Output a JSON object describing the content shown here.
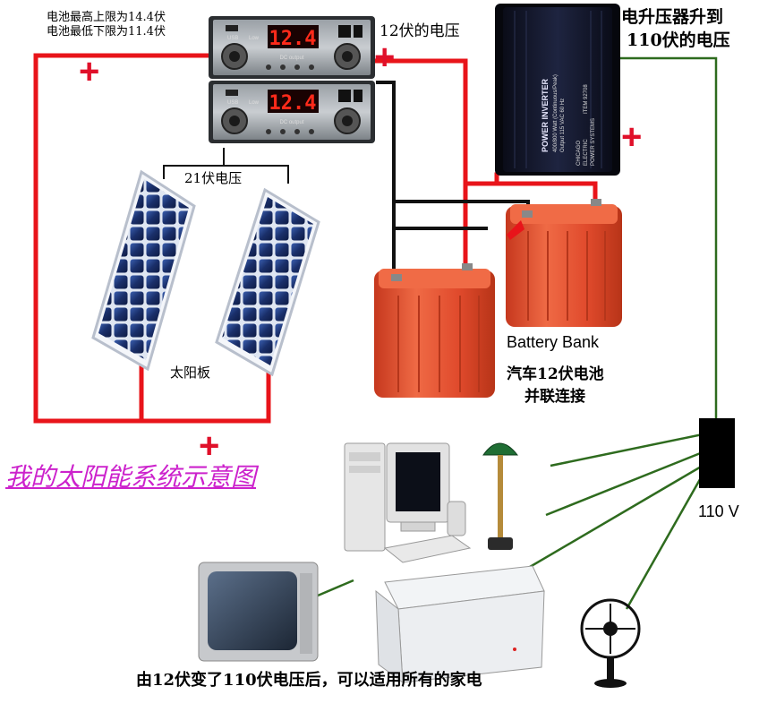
{
  "texts": {
    "battery_limits_line1": "电池最高上限为14.4伏",
    "battery_limits_line2": "电池最低下限为11.4伏",
    "voltage_12v": "12伏的电压",
    "inverter_caption_line1": "电升压器升到",
    "inverter_caption_line2": "110伏的电压",
    "voltage_21v": "21伏电压",
    "solar_panel": "太阳板",
    "battery_bank": "Battery Bank",
    "car_battery_line1": "汽车12伏电池",
    "car_battery_line2": "并联连接",
    "output_110v": "110 V",
    "title": "我的太阳能系统示意图",
    "bottom_caption": "由12伏变了110伏电压后，可以适用所有的家电",
    "plus_sign": "+"
  },
  "controller": {
    "display_top": "12.4",
    "display_bottom": "12.4",
    "low_label": "Low",
    "output_label": "DC output",
    "usb_label": "USB"
  },
  "inverter": {
    "brand": "POWER INVERTER",
    "line2": "400/800 Watt (Continuous/Peak)",
    "line3": "Output 115 VAC 60 Hz",
    "maker_line1": "CHICAGO",
    "maker_line2": "ELECTRIC",
    "maker_line3": "POWER SYSTEMS",
    "item": "ITEM 92708"
  },
  "colors": {
    "positive_wire": "#e8141a",
    "negative_wire": "#111111",
    "ac_wire": "#2e6b1e",
    "plus_color": "#e0102a",
    "title_color": "#cc22cc",
    "battery_red": "#e04a2c",
    "panel_blue": "#1a2f6a",
    "lcd_red": "#ff2a1a"
  }
}
